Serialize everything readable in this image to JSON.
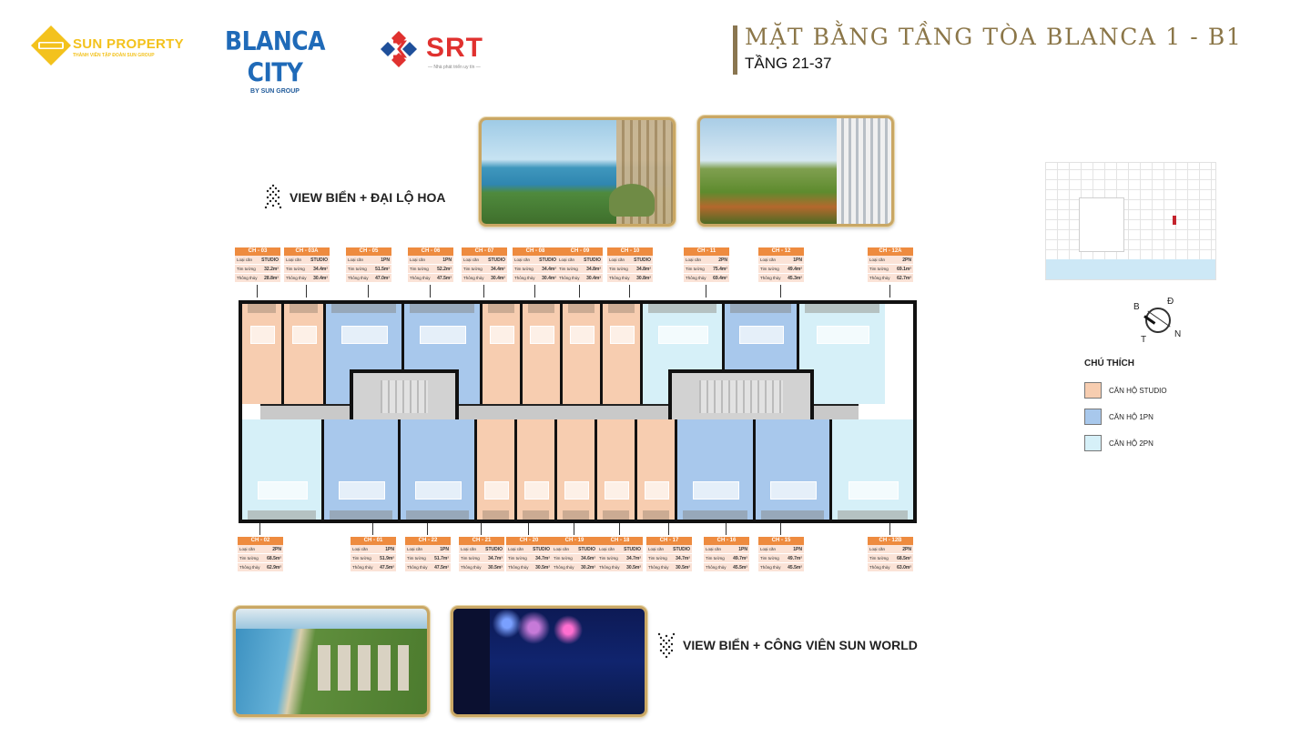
{
  "logos": {
    "sun_property": {
      "name": "SUN PROPERTY",
      "tagline": "THÀNH VIÊN TẬP ĐOÀN SUN GROUP",
      "color": "#f3c21d"
    },
    "blanca_city": {
      "name": "BLANCA CITY",
      "tagline": "BY SUN GROUP",
      "color": "#1f6ab8"
    },
    "srt": {
      "name": "SRT",
      "tagline": "— Nhà phát triển uy tín —",
      "color": "#e0312f"
    }
  },
  "header": {
    "title": "MẶT BẰNG TẦNG TÒA BLANCA 1 - B1",
    "subtitle": "TẦNG 21-37",
    "accent_color": "#8b7648"
  },
  "views": {
    "top": {
      "label": "VIEW BIỂN + ĐẠI LỘ HOA",
      "icon": "arrows-up-icon"
    },
    "bottom": {
      "label": "VIEW BIỂN + CÔNG VIÊN SUN WORLD",
      "icon": "arrows-down-icon"
    }
  },
  "photos": [
    {
      "name": "balcony-sea-view"
    },
    {
      "name": "flower-boulevard-view"
    },
    {
      "name": "aerial-beach-view"
    },
    {
      "name": "night-fireworks-view"
    }
  ],
  "card_labels": {
    "type": "Loại căn",
    "wall_area": "Tim tường",
    "net_area": "Thông thủy"
  },
  "units_top": [
    {
      "code": "CH - 03",
      "type": "STUDIO",
      "wall_area": "32.2m²",
      "net_area": "28.8m²"
    },
    {
      "code": "CH - 03A",
      "type": "STUDIO",
      "wall_area": "34.4m²",
      "net_area": "30.4m²"
    },
    {
      "code": "CH - 05",
      "type": "1PN",
      "wall_area": "51.5m²",
      "net_area": "47.0m²"
    },
    {
      "code": "CH - 06",
      "type": "1PN",
      "wall_area": "52.2m²",
      "net_area": "47.5m²"
    },
    {
      "code": "CH - 07",
      "type": "STUDIO",
      "wall_area": "34.4m²",
      "net_area": "30.4m²"
    },
    {
      "code": "CH - 08",
      "type": "STUDIO",
      "wall_area": "34.4m²",
      "net_area": "30.4m²"
    },
    {
      "code": "CH - 09",
      "type": "STUDIO",
      "wall_area": "34.8m²",
      "net_area": "30.4m²"
    },
    {
      "code": "CH - 10",
      "type": "STUDIO",
      "wall_area": "34.8m²",
      "net_area": "30.8m²"
    },
    {
      "code": "CH - 11",
      "type": "2PN",
      "wall_area": "75.4m²",
      "net_area": "69.4m²"
    },
    {
      "code": "CH - 12",
      "type": "1PN",
      "wall_area": "49.4m²",
      "net_area": "45.3m²"
    },
    {
      "code": "CH - 12A",
      "type": "2PN",
      "wall_area": "69.1m²",
      "net_area": "62.7m²"
    }
  ],
  "units_bottom": [
    {
      "code": "CH - 02",
      "type": "2PN",
      "wall_area": "68.5m²",
      "net_area": "62.9m²"
    },
    {
      "code": "CH - 01",
      "type": "1PN",
      "wall_area": "51.9m²",
      "net_area": "47.5m²"
    },
    {
      "code": "CH - 22",
      "type": "1PN",
      "wall_area": "51.7m²",
      "net_area": "47.5m²"
    },
    {
      "code": "CH - 21",
      "type": "STUDIO",
      "wall_area": "34.7m²",
      "net_area": "30.5m²"
    },
    {
      "code": "CH - 20",
      "type": "STUDIO",
      "wall_area": "34.7m²",
      "net_area": "30.5m²"
    },
    {
      "code": "CH - 19",
      "type": "STUDIO",
      "wall_area": "34.6m²",
      "net_area": "30.2m²"
    },
    {
      "code": "CH - 18",
      "type": "STUDIO",
      "wall_area": "34.7m²",
      "net_area": "30.5m²"
    },
    {
      "code": "CH - 17",
      "type": "STUDIO",
      "wall_area": "34.7m²",
      "net_area": "30.5m²"
    },
    {
      "code": "CH - 16",
      "type": "1PN",
      "wall_area": "49.7m²",
      "net_area": "45.5m²"
    },
    {
      "code": "CH - 15",
      "type": "1PN",
      "wall_area": "49.7m²",
      "net_area": "45.5m²"
    },
    {
      "code": "CH - 12B",
      "type": "2PN",
      "wall_area": "68.5m²",
      "net_area": "63.0m²"
    }
  ],
  "compass": {
    "north": "B",
    "east": "Đ",
    "south": "N",
    "west": "T"
  },
  "legend": {
    "title": "CHÚ THÍCH",
    "items": [
      {
        "label": "CĂN HỘ STUDIO",
        "color": "#f7cdb0"
      },
      {
        "label": "CĂN HỘ 1PN",
        "color": "#a8c8ec"
      },
      {
        "label": "CĂN HỘ 2PN",
        "color": "#d6f0f8"
      }
    ]
  },
  "site_map": {
    "highlight_color": "#c4232d"
  }
}
